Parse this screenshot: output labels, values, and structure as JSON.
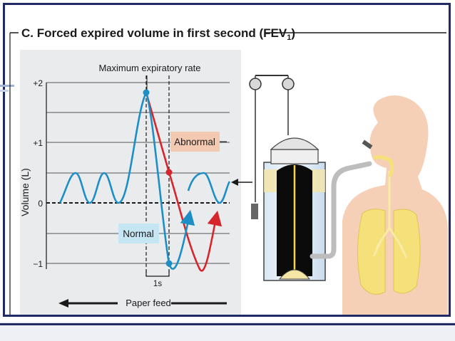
{
  "figure": {
    "title_main": "C. Forced expired volume in first second (FEV",
    "title_sub": "1",
    "title_close": ")",
    "plot_title": "Maximum expiratory rate",
    "y_axis_label": "Volume (L)",
    "y_ticks": [
      "+2",
      "+1",
      "0",
      "−1"
    ],
    "label_abnormal": "Abnormal",
    "label_normal": "Normal",
    "time_label": "1s",
    "paper_feed_label": "Paper feed",
    "colors": {
      "normal_trace": "#1e8fc6",
      "abnormal_trace": "#d6262b",
      "plot_background": "#e9ebed",
      "abnormal_label_bg": "#f4c9b2",
      "normal_label_bg": "#c7e6f4",
      "lung": "#f5e07a",
      "skin": "#f6cfb7",
      "frame": "#1f2a66"
    }
  }
}
